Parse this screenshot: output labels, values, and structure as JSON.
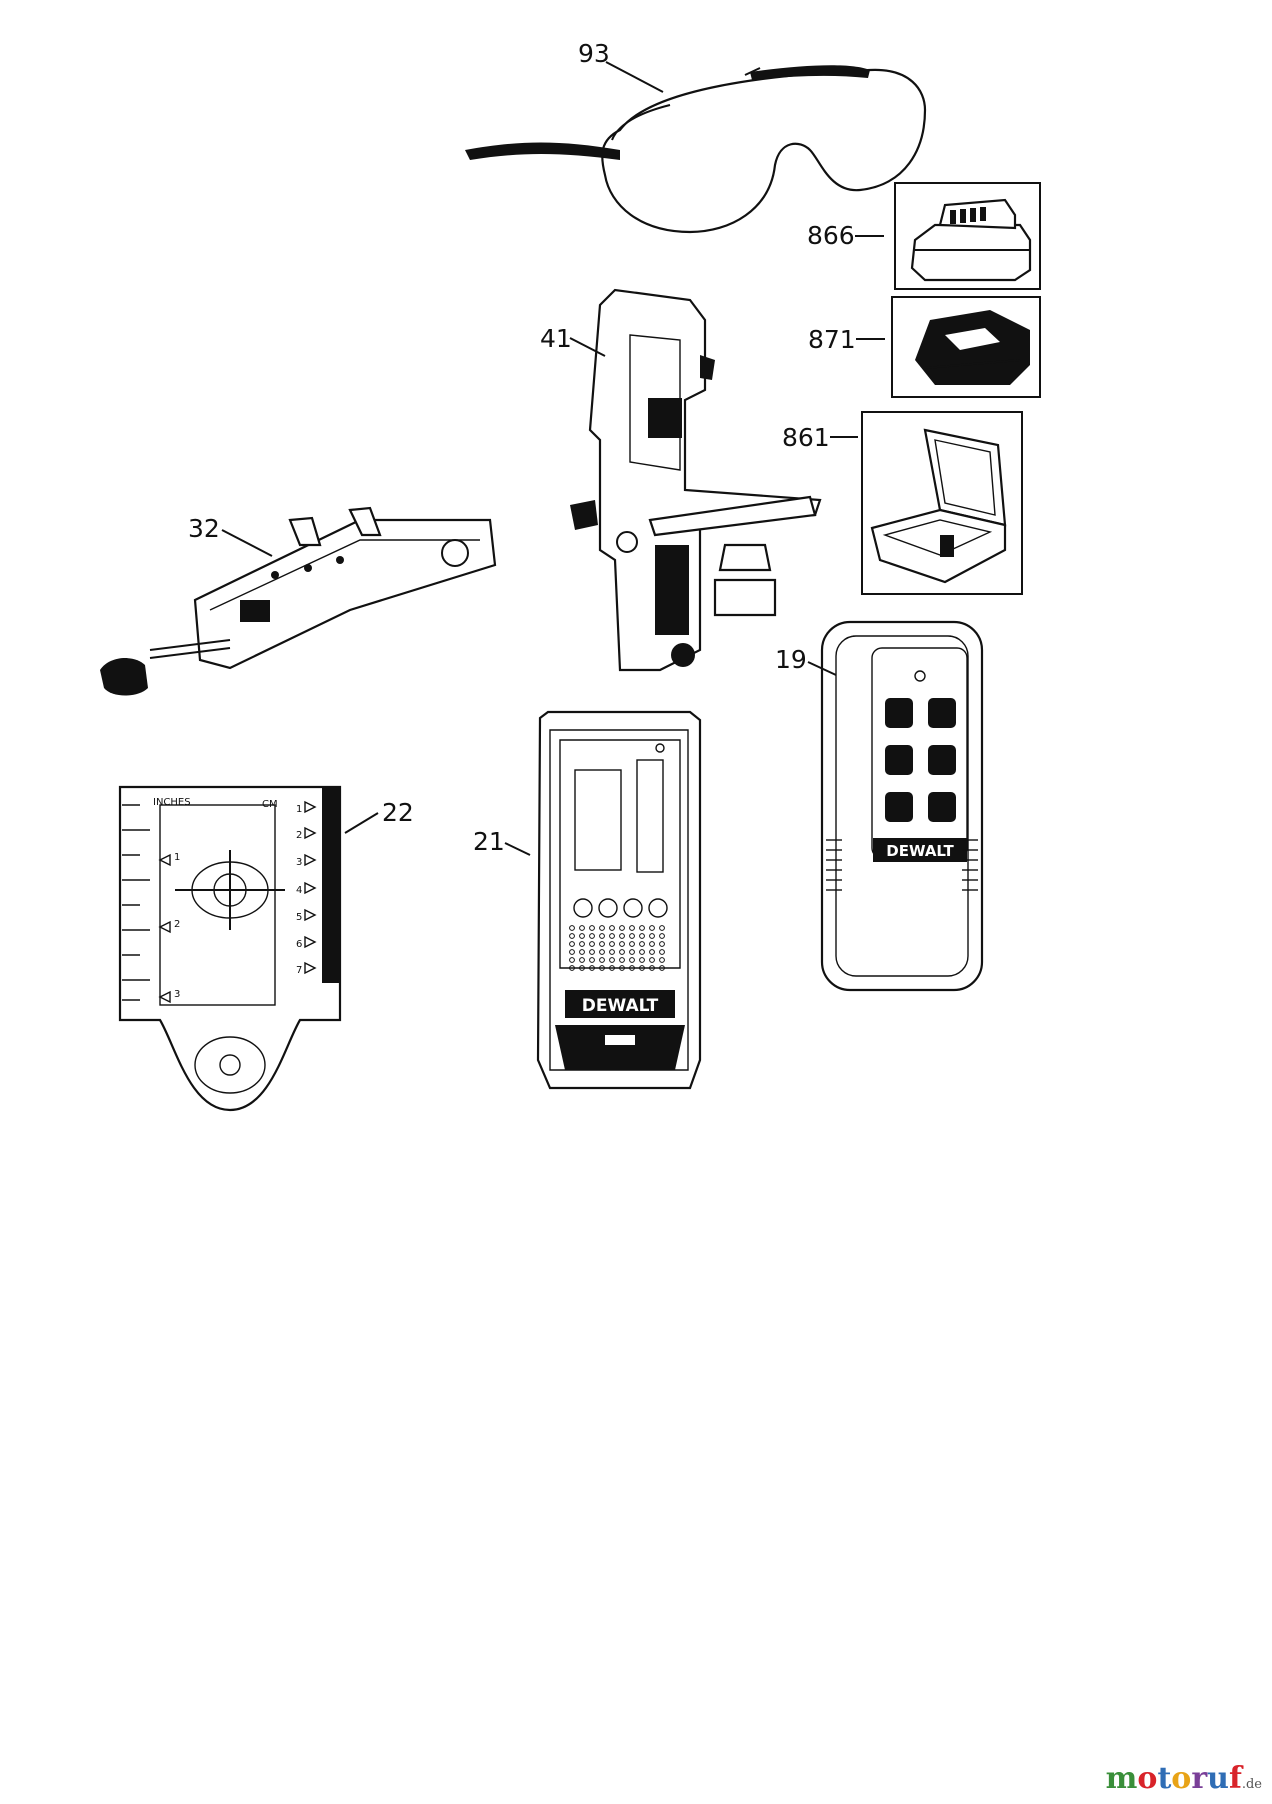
{
  "callouts": {
    "p93": "93",
    "p866": "866",
    "p41": "41",
    "p871": "871",
    "p861": "861",
    "p32": "32",
    "p19": "19",
    "p22": "22",
    "p21": "21"
  },
  "target_card": {
    "unit_left": "INCHES",
    "unit_right": "CM",
    "left_marks": [
      "1",
      "2",
      "3"
    ],
    "right_marks": [
      "1",
      "2",
      "3",
      "4",
      "5",
      "6",
      "7"
    ]
  },
  "brand": {
    "receiver_logo": "DEWALT",
    "remote_logo": "DEWALT"
  },
  "watermark": {
    "letters": [
      "m",
      "o",
      "t",
      "o",
      "r",
      "u",
      "f"
    ],
    "colors": [
      "#3a8f3a",
      "#d8232a",
      "#2f6db5",
      "#e8a317",
      "#7a3f98",
      "#2f6db5",
      "#d8232a"
    ],
    "suffix": ".de"
  }
}
